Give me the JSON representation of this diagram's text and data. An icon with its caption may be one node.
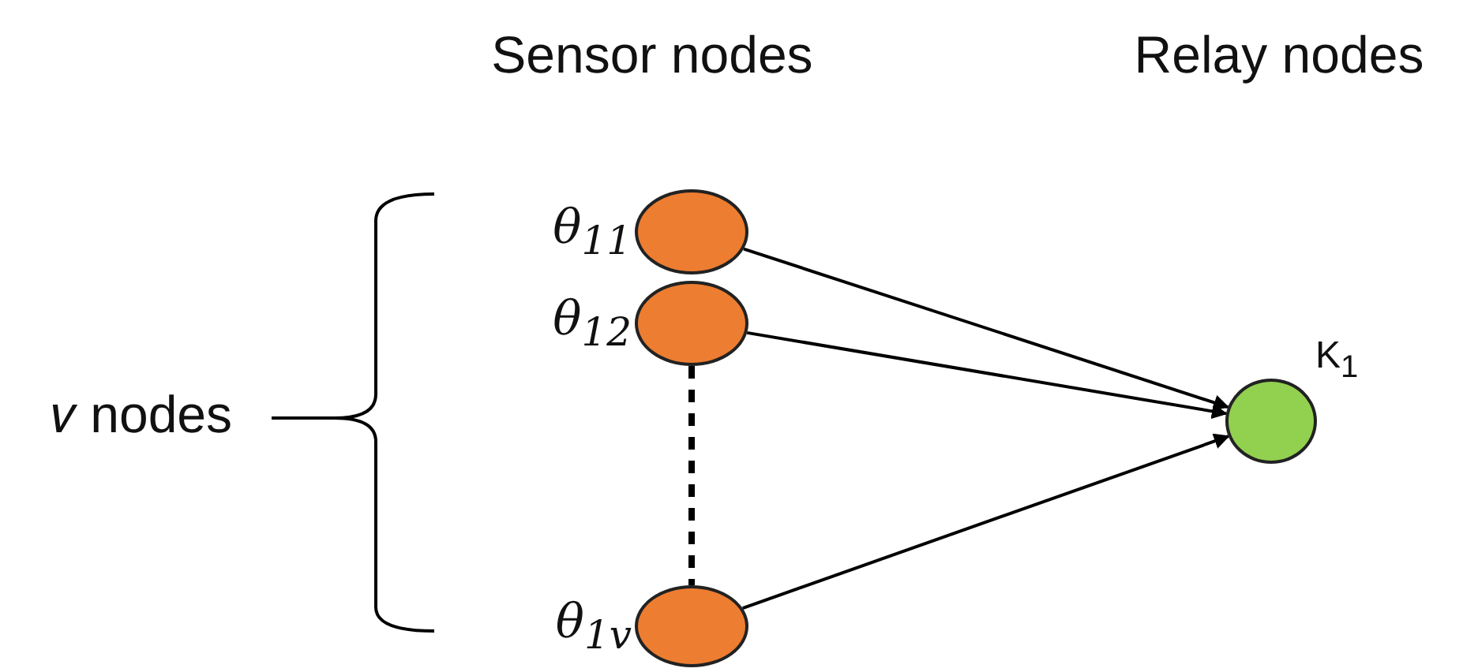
{
  "diagram": {
    "nodes": [
      {
        "text": [],
        "shape": "circle",
        "beside": [
          "θ$_{11}$"
        ]
      },
      {
        "text": [],
        "shape": "circle",
        "beside": [
          "θ$_{12}$"
        ]
      },
      {
        "text": [],
        "shape": "circle",
        "beside": [
          "θ$_{1𝑣}$"
        ]
      },
      {
        "text": [],
        "shape": "circle",
        "beside": [
          "K$_{1}$"
        ]
      }
    ],
    "edges": [
      {
        "from": 0,
        "to": 3,
        "arrow": "to"
      },
      {
        "from": 1,
        "to": 3,
        "arrow": "to"
      },
      {
        "from": 2,
        "to": 3,
        "arrow": "to"
      },
      {
        "from": 1,
        "to": 2,
        "arrow": "none",
        "style": "dashed"
      }
    ],
    "labels": [
      "Sensor nodes",
      "Relay nodes",
      "𝑣 nodes"
    ]
  }
}
